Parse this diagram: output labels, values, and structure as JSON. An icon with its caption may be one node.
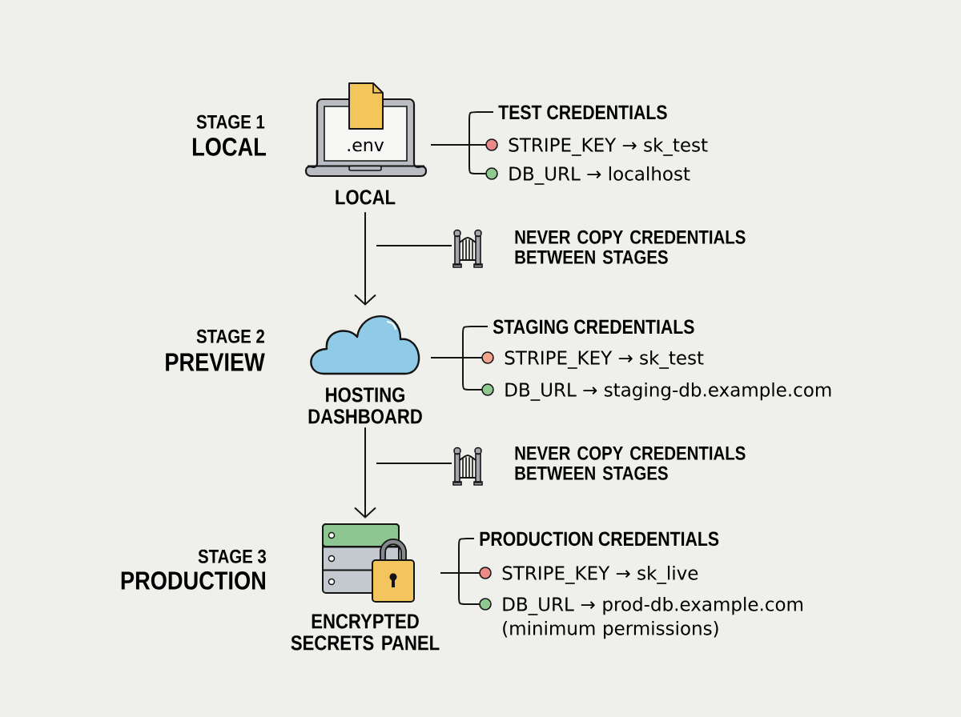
{
  "diagram": {
    "nodes": [
      {
        "text": [
          ".env",
          "LOCAL"
        ]
      },
      {
        "text": [
          "TEST CREDENTIALS"
        ]
      },
      {
        "text": [
          "STRIPE_KEY → sk_test"
        ]
      },
      {
        "text": [
          "DB_URL → localhost"
        ]
      },
      {
        "text": [
          "NEVER COPY CREDENTIALS BETWEEN STAGES"
        ]
      },
      {
        "text": [
          "HOSTING DASHBOARD"
        ]
      },
      {
        "text": [
          "STAGING CREDENTIALS"
        ]
      },
      {
        "text": [
          "STRIPE_KEY → sk_test"
        ]
      },
      {
        "text": [
          "DB_URL → staging-db.example.com"
        ]
      },
      {
        "text": [
          "NEVER COPY CREDENTIALS BETWEEN STAGES"
        ]
      },
      {
        "text": [
          "ENCRYPTED SECRETS PANEL"
        ]
      },
      {
        "text": [
          "PRODUCTION CREDENTIALS"
        ]
      },
      {
        "text": [
          "STRIPE_KEY → sk_live"
        ]
      },
      {
        "text": [
          "DB_URL → prod-db.example.com (minimum permissions)"
        ]
      }
    ],
    "edges": [
      {
        "from": 0,
        "to": 1,
        "arrow": "none"
      },
      {
        "from": 0,
        "to": 2,
        "arrow": "none"
      },
      {
        "from": 0,
        "to": 3,
        "arrow": "none"
      },
      {
        "from": 4,
        "to": null,
        "arrow": "none"
      },
      {
        "from": 0,
        "to": 5,
        "arrow": "to"
      },
      {
        "from": 5,
        "to": 6,
        "arrow": "none"
      },
      {
        "from": 5,
        "to": 7,
        "arrow": "none"
      },
      {
        "from": 5,
        "to": 8,
        "arrow": "none"
      },
      {
        "from": 9,
        "to": null,
        "arrow": "none"
      },
      {
        "from": 5,
        "to": 10,
        "arrow": "to"
      },
      {
        "from": 10,
        "to": 11,
        "arrow": "none"
      },
      {
        "from": 10,
        "to": 12,
        "arrow": "none"
      },
      {
        "from": 10,
        "to": 13,
        "arrow": "none"
      }
    ],
    "labels": [
      "STAGE 1",
      "LOCAL",
      "STAGE 2",
      "PREVIEW",
      "STAGE 3",
      "PRODUCTION"
    ]
  }
}
